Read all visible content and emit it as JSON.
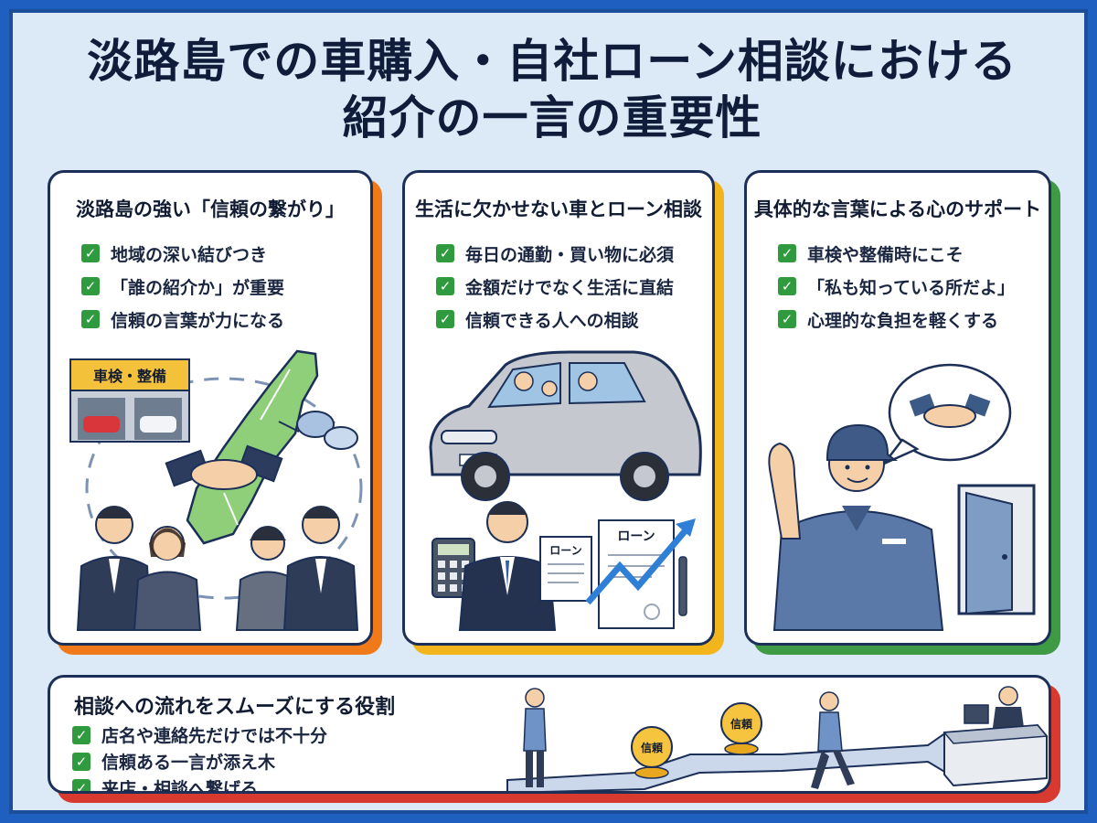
{
  "title": {
    "line1": "淡路島での車購入・自社ローン相談における",
    "line2": "紹介の一言の重要性"
  },
  "colors": {
    "background": "#dce9f6",
    "frame": "#1e5fbf",
    "card_shadow_orange": "#f07a1a",
    "card_shadow_yellow": "#f2b51c",
    "card_shadow_green": "#3f9a45",
    "card_shadow_red": "#d93a30",
    "check_green": "#2f9a3e"
  },
  "cards": [
    {
      "title": "淡路島の強い「信頼の繋がり」",
      "items": [
        "地域の深い結びつき",
        "「誰の紹介か」が重要",
        "信頼の言葉が力になる"
      ],
      "shop_sign": "車検・整備",
      "icons": [
        "garage-icon",
        "awaji-island-map-icon",
        "handshake-icon",
        "chat-bubble-icon",
        "business-people-icon"
      ]
    },
    {
      "title": "生活に欠かせない車とローン相談",
      "items": [
        "毎日の通勤・買い物に必須",
        "金額だけでなく生活に直結",
        "信頼できる人への相談"
      ],
      "doc_label_small": "ローン",
      "doc_label_large": "ローン",
      "icons": [
        "car-with-family-icon",
        "calculator-icon",
        "salesperson-icon",
        "loan-document-icon",
        "rising-arrow-icon",
        "pen-icon"
      ]
    },
    {
      "title": "具体的な言葉による心のサポート",
      "items": [
        "車検や整備時にこそ",
        "「私も知っている所だよ」",
        "心理的な負担を軽くする"
      ],
      "icons": [
        "mechanic-icon",
        "handshake-bubble-icon",
        "door-icon"
      ]
    }
  ],
  "bottom": {
    "title": "相談への流れをスムーズにする役割",
    "items": [
      "店名や連絡先だけでは不十分",
      "信頼ある一言が添え木",
      "来店・相談へ繋げる"
    ],
    "coin_label_1": "信頼",
    "coin_label_2": "信頼",
    "icons": [
      "worried-person-icon",
      "trust-coin-icon",
      "walking-person-icon",
      "path-arrow-icon",
      "office-desk-icon"
    ]
  }
}
